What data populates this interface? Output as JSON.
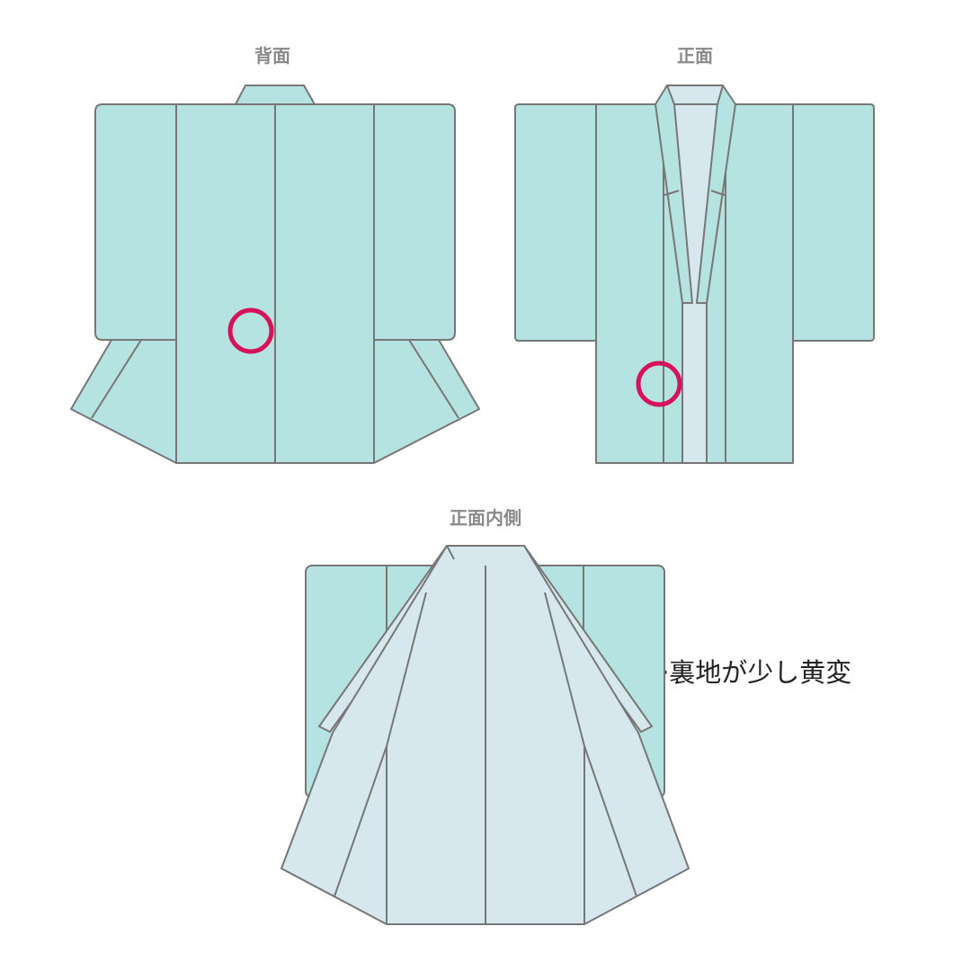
{
  "views": {
    "back": {
      "label": "背面"
    },
    "front": {
      "label": "正面"
    },
    "inside": {
      "label": "正面内側"
    }
  },
  "note": "※裏地が少し黄変",
  "colors": {
    "outer": "#b5e3e1",
    "lining": "#d6e8ee",
    "outline": "#777777",
    "marker": "#d6135a",
    "label": "#8a8a8a"
  },
  "markers": {
    "back": {
      "shape": "circle"
    },
    "front": {
      "shape": "circle"
    }
  }
}
